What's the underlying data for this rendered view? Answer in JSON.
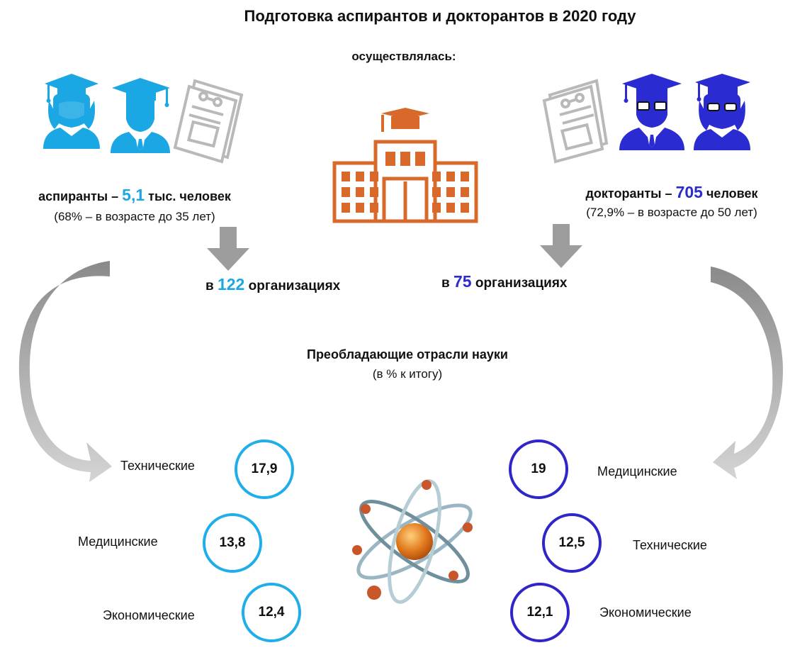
{
  "title": "Подготовка аспирантов и докторантов в 2020 году",
  "subtitle": "осуществлялась:",
  "graduate": {
    "label_prefix": "аспиранты –",
    "count": "5,1",
    "label_suffix": "тыс. человек",
    "age_note": "(68% – в возрасте до 35 лет)",
    "org_prefix": "в",
    "org_count": "122",
    "org_suffix": "организациях"
  },
  "doctoral": {
    "label_prefix": "докторанты –",
    "count": "705",
    "label_suffix": "человек",
    "age_note": "(72,9% – в возрасте до 50 лет)",
    "org_prefix": "в",
    "org_count": "75",
    "org_suffix": "организациях"
  },
  "sectors_title": "Преобладающие отрасли науки",
  "sectors_subtitle": "(в % к итогу)",
  "graduate_sectors": [
    {
      "name": "Технические",
      "value": "17,9"
    },
    {
      "name": "Медицинские",
      "value": "13,8"
    },
    {
      "name": "Экономические",
      "value": "12,4"
    }
  ],
  "doctoral_sectors": [
    {
      "name": "Медицинские",
      "value": "19"
    },
    {
      "name": "Технические",
      "value": "12,5"
    },
    {
      "name": "Экономические",
      "value": "12,1"
    }
  ],
  "colors": {
    "graduate": "#1aa7e3",
    "doctoral": "#2a2bd0",
    "building": "#d9692a",
    "arrow": "#9d9d9d"
  }
}
